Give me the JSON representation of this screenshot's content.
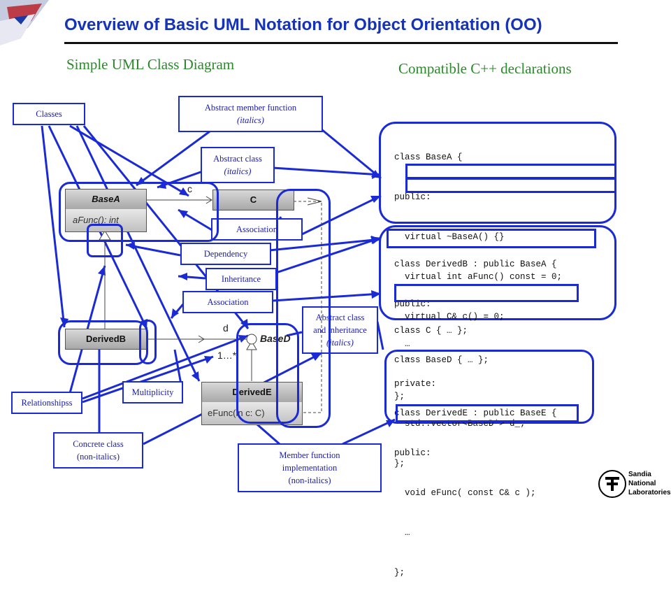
{
  "title": "Overview of Basic UML Notation for Object Orientation (OO)",
  "subtitle_left": "Simple UML Class Diagram",
  "subtitle_right": "Compatible C++ declarations",
  "callouts": {
    "classes": "Classes",
    "abstract_member_function": "Abstract member function",
    "abstract_member_function_note": "(italics)",
    "abstract_class": "Abstract class",
    "abstract_class_note": "(italics)",
    "association_top": "Association",
    "dependency": "Dependency",
    "inheritance": "Inheritance",
    "association_bottom": "Association",
    "abstract_class_inheritance_1": "Abstract class",
    "abstract_class_inheritance_2": "and inheritance",
    "abstract_class_inheritance_note": "(italics)",
    "multiplicity": "Multiplicity",
    "relationships": "Relationshipss",
    "concrete_class_1": "Concrete class",
    "concrete_class_2": "(non-italics)",
    "member_impl_1": "Member function",
    "member_impl_2": "implementation",
    "member_impl_3": "(non-italics)"
  },
  "uml": {
    "base_a": "BaseA",
    "base_a_member": "aFunc(): int",
    "c": "C",
    "derived_b": "DerivedB",
    "base_d": "BaseD",
    "derived_e": "DerivedE",
    "derived_e_member": "eFunc(in c: C)",
    "role_c": "c",
    "role_d": "d",
    "mult": "1…*"
  },
  "code": {
    "base_a": [
      "class BaseA {",
      "public:",
      "  virtual ~BaseA() {}",
      "  virtual int aFunc() const = 0;",
      "  virtual C& c() = 0;",
      "  …",
      "};"
    ],
    "derived_b": [
      "class DerivedB : public BaseA {",
      "public:",
      "  …",
      "private:",
      "  std::vector<BaseD*> d_;",
      "};"
    ],
    "class_c": "class C { … };",
    "base_d": "class BaseD { … };",
    "derived_e": [
      "class DerivedE : public BaseE {",
      "public:",
      "  void eFunc( const C& c );",
      "  …",
      "};"
    ]
  },
  "logo": {
    "line1": "Sandia",
    "line2": "National",
    "line3": "Laboratories"
  },
  "colors": {
    "accent": "#1a2bd6",
    "title": "#1533b8",
    "subtitle": "#2a8a2a"
  }
}
